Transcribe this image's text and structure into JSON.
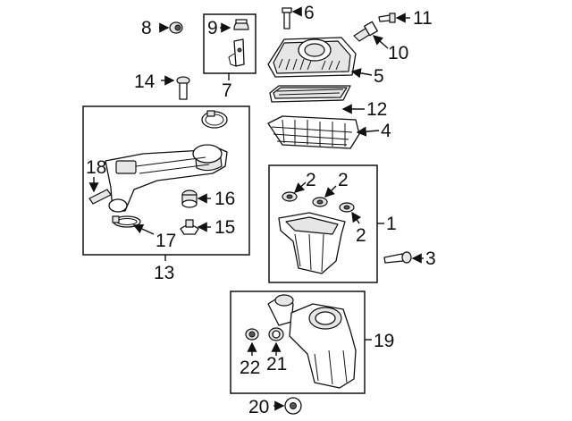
{
  "callouts": {
    "c1": "1",
    "c2a": "2",
    "c2b": "2",
    "c2c": "2",
    "c3": "3",
    "c4": "4",
    "c5": "5",
    "c6": "6",
    "c7": "7",
    "c8": "8",
    "c9": "9",
    "c10": "10",
    "c11": "11",
    "c12": "12",
    "c13": "13",
    "c14": "14",
    "c15": "15",
    "c16": "16",
    "c17": "17",
    "c18": "18",
    "c19": "19",
    "c20": "20",
    "c21": "21",
    "c22": "22"
  },
  "colors": {
    "line": "#111111",
    "shade": "#e6e6e6",
    "background": "#ffffff"
  }
}
